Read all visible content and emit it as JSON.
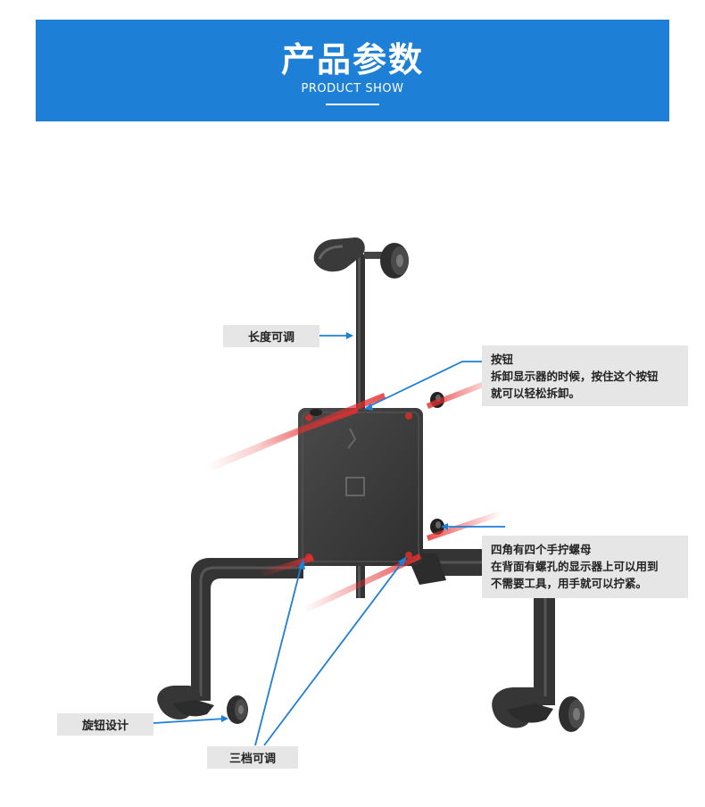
{
  "banner": {
    "title": "产品参数",
    "subtitle": "PRODUCT SHOW",
    "color": "#1d7fd6"
  },
  "labels": {
    "length_adjustable": "长度可调",
    "knob_design": "旋钮设计",
    "three_levels": "三档可调"
  },
  "callouts": {
    "button": {
      "title": "按钮",
      "line1": "拆卸显示器的时候，按住这个按钮",
      "line2": "就可以轻松拆卸。"
    },
    "nuts": {
      "title": "四角有四个手拧螺母",
      "line1": "在背面有螺孔的显示器上可以用到",
      "line2": "不需要工具，用手就可以拧紧。"
    }
  },
  "colors": {
    "arrow": "#1d7fd6",
    "bracket": "#3c3c3c",
    "laser": "#e53030",
    "hole": "#c0312b"
  }
}
